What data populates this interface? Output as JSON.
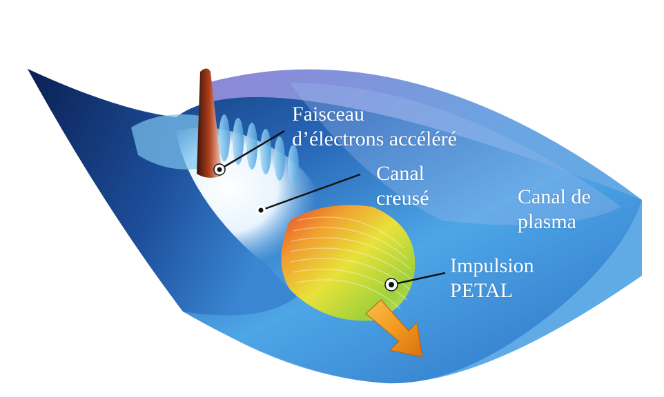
{
  "labels": {
    "faisceau": {
      "line1": "Faisceau",
      "line2": "d’électrons accéléré"
    },
    "canal_creuse": {
      "line1": "Canal",
      "line2": "creusé"
    },
    "canal_plasma": {
      "line1": "Canal de",
      "line2": "plasma"
    },
    "impulsion": {
      "line1": "Impulsion",
      "line2": "PETAL"
    }
  },
  "colors": {
    "surface_dark": "#14306e",
    "surface_mid": "#2f7fcf",
    "surface_light": "#6fb8ee",
    "surface_far": "#7b6fc0",
    "pulse_yellow": "#e8e23a",
    "pulse_green": "#8fcf3a",
    "pulse_red": "#e8402a",
    "arrow_orange": "#f39a1e",
    "leader_line": "#111111"
  }
}
